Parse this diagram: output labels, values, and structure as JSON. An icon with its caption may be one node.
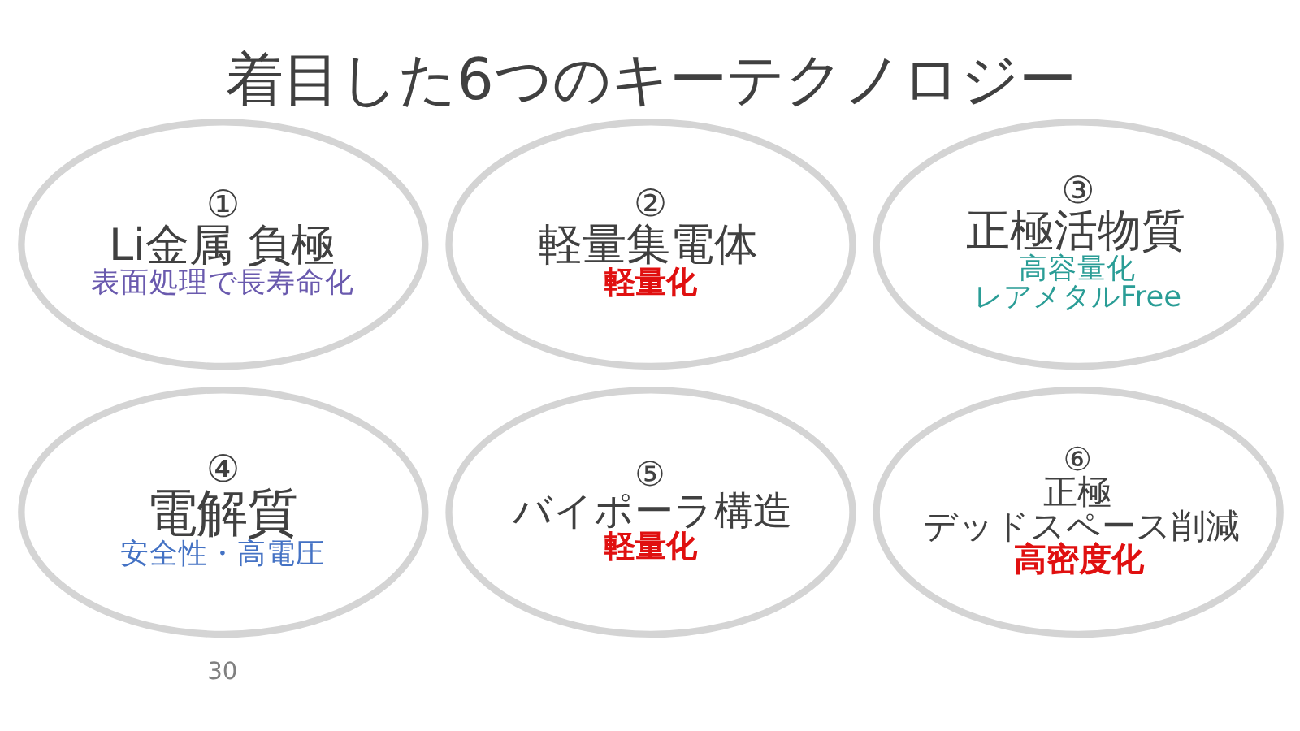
{
  "diagram": {
    "title": "着目した6つのキーテクノロジー",
    "nodes": [
      {
        "text": [
          "①",
          "Li金属 負極",
          "表面処理で長寿命化"
        ]
      },
      {
        "text": [
          "②",
          "軽量集電体",
          "軽量化"
        ]
      },
      {
        "text": [
          "③",
          "正極活物質",
          "高容量化",
          "レアメタルFree"
        ]
      },
      {
        "text": [
          "④",
          "電解質",
          "安全性・高電圧"
        ]
      },
      {
        "text": [
          "⑤",
          "バイポーラ構造",
          "軽量化"
        ]
      },
      {
        "text": [
          "⑥",
          "正極",
          "デッドスペース削減",
          "高密度化"
        ]
      }
    ],
    "labels": [
      "30"
    ]
  }
}
